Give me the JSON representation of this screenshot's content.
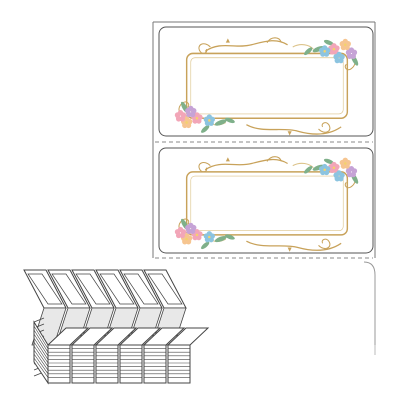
{
  "product": {
    "label_count": 2,
    "colors": {
      "paper": "#ffffff",
      "outline": "#555555",
      "perforation": "#888888",
      "frame_gold": "#c8a25a",
      "frame_gold_light": "#dcc38a",
      "flower_pink": "#f2a6b8",
      "flower_blue": "#8cc4e0",
      "flower_peach": "#f6c590",
      "flower_purple": "#c6a3d6",
      "leaf_green": "#7fb08a",
      "fanfold_fill": "#e8e8e8",
      "fanfold_stroke": "#444444"
    }
  },
  "fanfold_stack": {
    "label_columns": 6,
    "sheets_in_stack": 10
  }
}
